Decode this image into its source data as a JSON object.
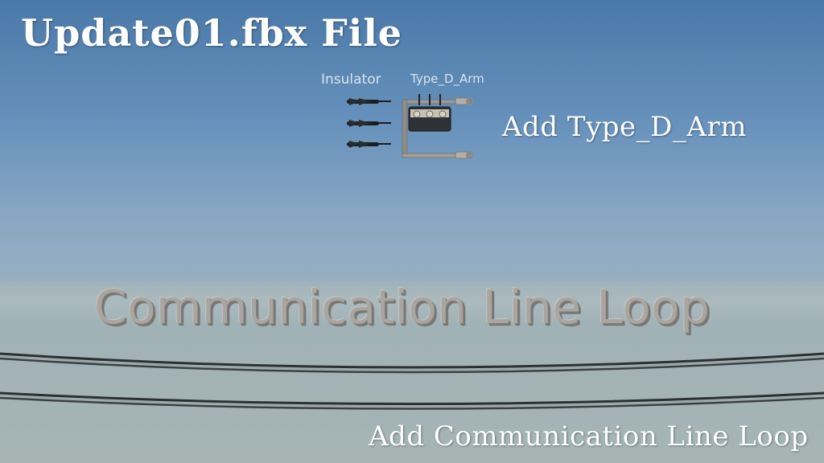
{
  "title": "Update01.fbx File",
  "labels": {
    "insulator": "Insulator",
    "type_d_arm": "Type_D_Arm"
  },
  "captions": {
    "add_arm": "Add Type_D_Arm",
    "add_loop": "Add Communication Line Loop"
  },
  "scene_text": "Communication Line Loop"
}
